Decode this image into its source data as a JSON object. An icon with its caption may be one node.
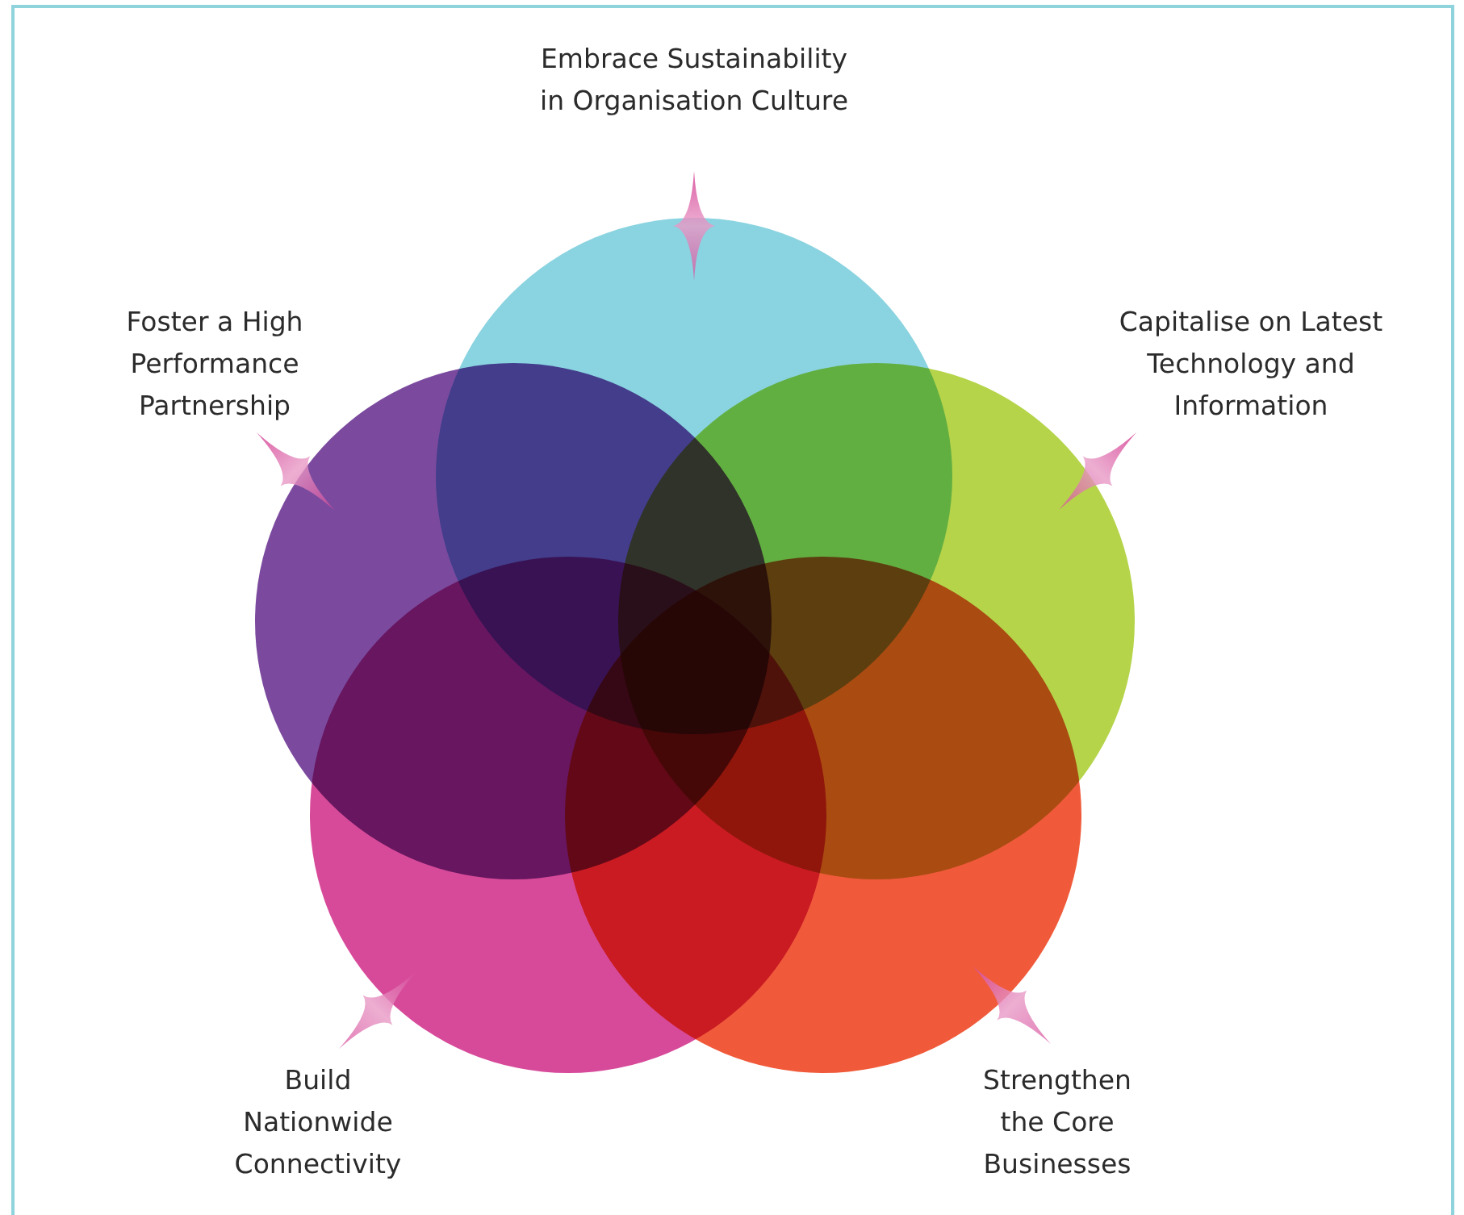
{
  "diagram": {
    "nodes": [
      {
        "text": [
          "Embrace Sustainability in Organisation Culture"
        ]
      },
      {
        "text": [
          "Foster a High Performance Partnership"
        ]
      },
      {
        "text": [
          "Capitalise on Latest Technology and Information"
        ]
      },
      {
        "text": [
          "Build Nationwide Connectivity"
        ]
      },
      {
        "text": [
          "Strengthen the Core Businesses"
        ]
      }
    ]
  }
}
